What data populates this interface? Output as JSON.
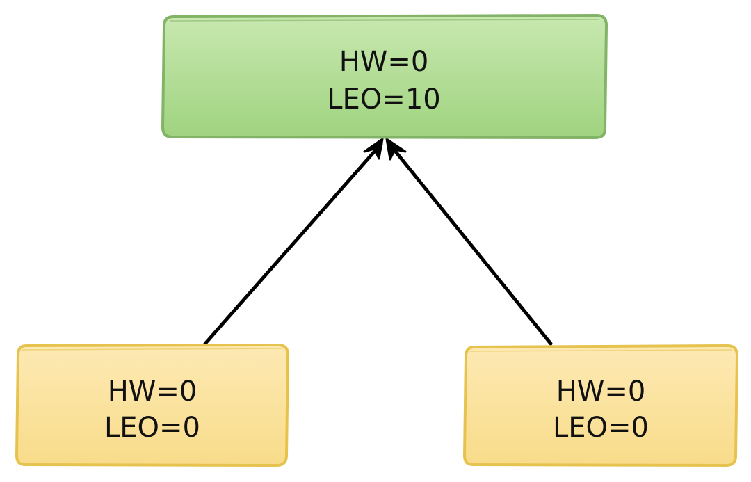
{
  "nodes": {
    "leader": {
      "hw": "HW=0",
      "leo": "LEO=10",
      "fill": "#a9d98a",
      "stroke": "#82b366"
    },
    "follower_left": {
      "hw": "HW=0",
      "leo": "LEO=0",
      "fill": "#fbe09a",
      "stroke": "#e6c34f"
    },
    "follower_right": {
      "hw": "HW=0",
      "leo": "LEO=0",
      "fill": "#fbe09a",
      "stroke": "#e6c34f"
    }
  },
  "edges": [
    {
      "from": "follower_left",
      "to": "leader"
    },
    {
      "from": "follower_right",
      "to": "leader"
    }
  ],
  "colors": {
    "arrow": "#000000",
    "text": "#111111"
  }
}
